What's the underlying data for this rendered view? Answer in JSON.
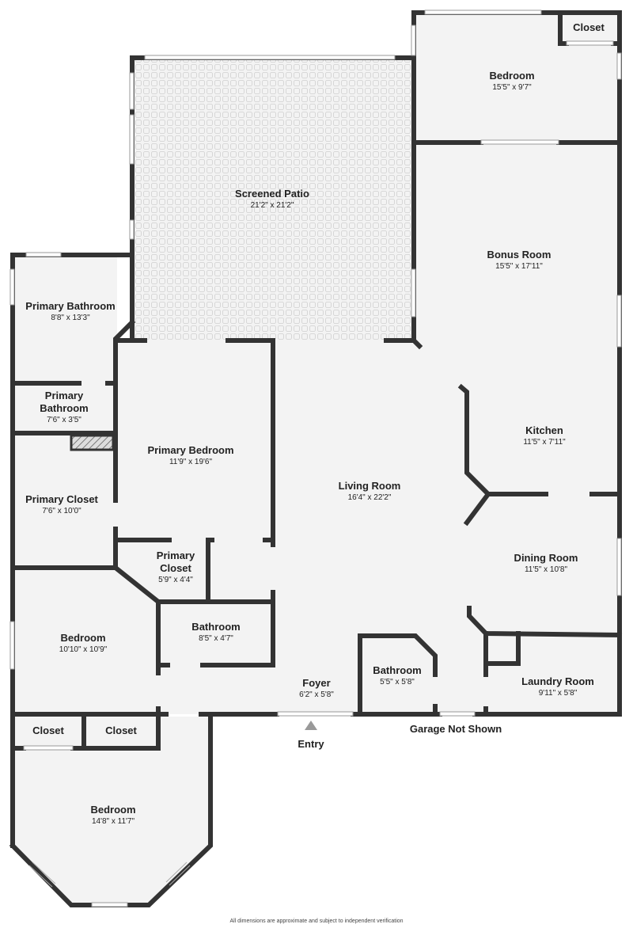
{
  "rooms": {
    "bedroom_ne": {
      "name": "Bedroom",
      "dims": "15'5\" x 9'7\""
    },
    "closet_ne": {
      "name": "Closet"
    },
    "screened_patio": {
      "name": "Screened Patio",
      "dims": "21'2\" x 21'2\""
    },
    "bonus_room": {
      "name": "Bonus Room",
      "dims": "15'5\" x 17'11\""
    },
    "primary_bathroom": {
      "name": "Primary Bathroom",
      "dims": "8'8\" x 13'3\""
    },
    "primary_bathroom_small": {
      "name_line1": "Primary",
      "name_line2": "Bathroom",
      "dims": "7'6\" x 3'5\""
    },
    "primary_bedroom": {
      "name": "Primary Bedroom",
      "dims": "11'9\" x 19'6\""
    },
    "kitchen": {
      "name": "Kitchen",
      "dims": "11'5\" x 7'11\""
    },
    "living_room": {
      "name": "Living Room",
      "dims": "16'4\" x 22'2\""
    },
    "primary_closet_large": {
      "name": "Primary Closet",
      "dims": "7'6\" x 10'0\""
    },
    "primary_closet_small": {
      "name_line1": "Primary",
      "name_line2": "Closet",
      "dims": "5'9\" x 4'4\""
    },
    "dining_room": {
      "name": "Dining Room",
      "dims": "11'5\" x 10'8\""
    },
    "bedroom_w": {
      "name": "Bedroom",
      "dims": "10'10\" x 10'9\""
    },
    "bathroom_mid": {
      "name": "Bathroom",
      "dims": "8'5\" x 4'7\""
    },
    "foyer": {
      "name": "Foyer",
      "dims": "6'2\" x 5'8\""
    },
    "bathroom_small": {
      "name": "Bathroom",
      "dims": "5'5\" x 5'8\""
    },
    "laundry_room": {
      "name": "Laundry Room",
      "dims": "9'11\" x 5'8\""
    },
    "closet_sw1": {
      "name": "Closet"
    },
    "closet_sw2": {
      "name": "Closet"
    },
    "bedroom_sw": {
      "name": "Bedroom",
      "dims": "14'8\" x 11'7\""
    }
  },
  "labels": {
    "entry": "Entry",
    "garage": "Garage Not Shown"
  },
  "footer": "All dimensions are approximate and subject to independent verification",
  "colors": {
    "wall": "#333333",
    "floor": "#f3f3f3",
    "text": "#222222"
  }
}
